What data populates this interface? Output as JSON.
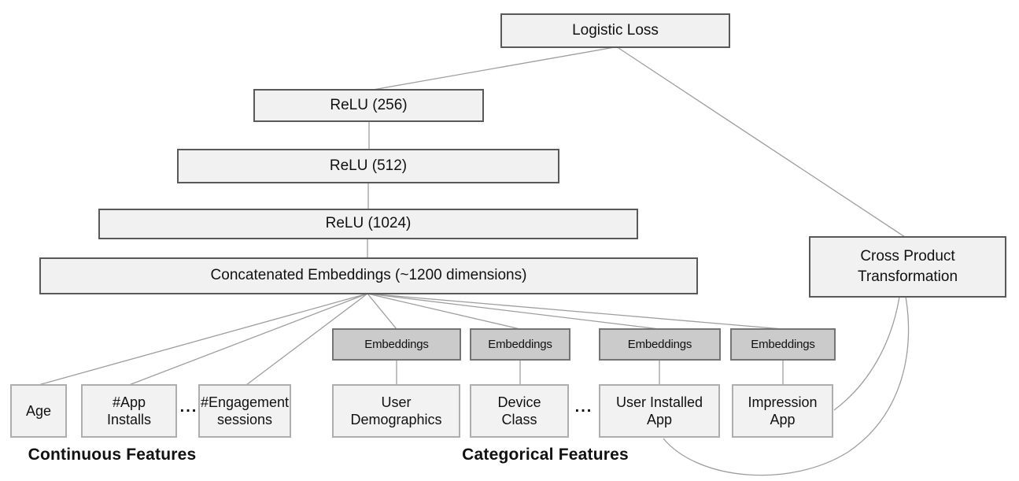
{
  "colors": {
    "node_fill": "#f1f1f1",
    "node_border": "#595959",
    "embedding_fill": "#cbcbcb",
    "embedding_border": "#757575",
    "feature_fill": "#f2f2f2",
    "feature_border": "#aeaeae",
    "connector": "#9e9e9e",
    "text": "#111111"
  },
  "nodes": {
    "logistic_loss": "Logistic Loss",
    "relu_256": "ReLU (256)",
    "relu_512": "ReLU (512)",
    "relu_1024": "ReLU (1024)",
    "concatenated_embeddings": "Concatenated Embeddings (~1200 dimensions)",
    "cross_product_transformation": "Cross Product\nTransformation",
    "embeddings_label": "Embeddings"
  },
  "features": {
    "age": "Age",
    "app_installs": "#App\nInstalls",
    "engagement_sessions": "#Engagement\nsessions",
    "user_demographics": "User\nDemographics",
    "device_class": "Device\nClass",
    "user_installed_app": "User Installed\nApp",
    "impression_app": "Impression\nApp"
  },
  "ellipsis": "...",
  "group_labels": {
    "continuous": "Continuous Features",
    "categorical": "Categorical Features"
  }
}
